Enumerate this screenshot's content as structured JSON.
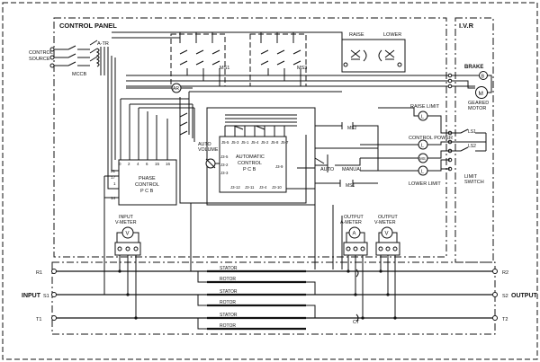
{
  "diagram": {
    "panels": {
      "control_panel": "CONTROL PANEL",
      "ivr": "I.V.R"
    },
    "labels": {
      "control_source_1": "CONTROL",
      "control_source_2": "SOURCE",
      "atr": "A-TR",
      "mccb": "MCCB",
      "ms1": "MS1",
      "ms2": "MS2",
      "ms3": "MS3",
      "ar": "AR",
      "raise": "RAISE",
      "lower": "LOWER",
      "brake": "BRAKE",
      "brake_symbol": "B",
      "motor_symbol": "M",
      "geared_motor_1": "GEARED",
      "geared_motor_2": "MOTOR",
      "raise_limit": "RAISE LIMIT",
      "control_power": "CONTROL POWER",
      "lower_limit": "LOWER LIMIT",
      "limit_switch_1": "LIMIT",
      "limit_switch_2": "SWITCH",
      "ls1": "LS1",
      "ls2": "LS2",
      "lamp": "L",
      "ms_lamp": "MS",
      "auto_volume_1": "AUTO",
      "auto_volume_2": "VOLUME",
      "automatic_control_1": "AUTOMATIC",
      "automatic_control_2": "CONTROL",
      "automatic_control_3": "P C B",
      "auto": "AUTO",
      "manual": "MANUAL",
      "phase_control_1": "PHASE",
      "phase_control_2": "CONTROL",
      "phase_control_3": "P C B",
      "input_vmeter_1": "INPUT",
      "input_vmeter_2": "V-METER",
      "output_ameter_1": "OUTPUT",
      "output_ameter_2": "A-METER",
      "output_vmeter_1": "OUTPUT",
      "output_vmeter_2": "V-METER",
      "v": "V",
      "a": "A",
      "stator": "STATOR",
      "rotor": "ROTOR",
      "ct": "CT",
      "input": "INPUT",
      "output": "OUTPUT",
      "r1": "R1",
      "s1": "S1",
      "t1": "T1",
      "r2": "R2",
      "s2": "S2",
      "t2": "T2"
    },
    "pcb_terminals_top": [
      "J5-5",
      "J5-3",
      "J5-1",
      "J5-4",
      "J5-2",
      "J5-8",
      "J5-7"
    ],
    "pcb_terminals_left": [
      "J3-5",
      "J3-2",
      "J3-3"
    ],
    "pcb_terminals_bottom": [
      "J3-12",
      "J3-11",
      "J3-4",
      "J3-10"
    ],
    "pcb_terminals_right": [
      "J3-9"
    ],
    "phase_terminals_top": [
      "0",
      "2",
      "4",
      "6",
      "15",
      "16"
    ],
    "phase_terminals_left": [
      "21",
      "17",
      "1",
      "14"
    ]
  }
}
